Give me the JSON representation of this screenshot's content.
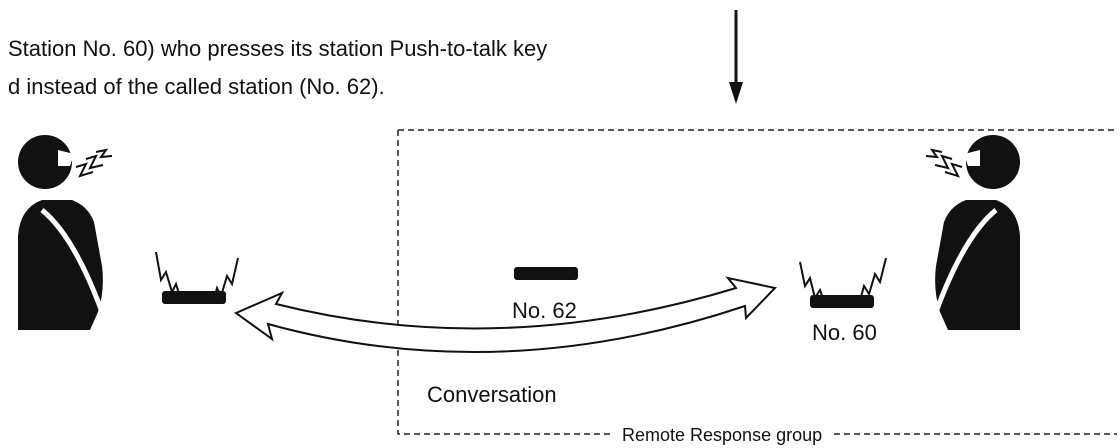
{
  "caption": {
    "lines": [
      "Station No. 60) who presses its station Push-to-talk key",
      "d instead of the called station (No. 62)."
    ]
  },
  "stations": {
    "called": "No. 62",
    "responding": "No. 60"
  },
  "conversation_label": "Conversation",
  "group_label": "Remote Response group"
}
